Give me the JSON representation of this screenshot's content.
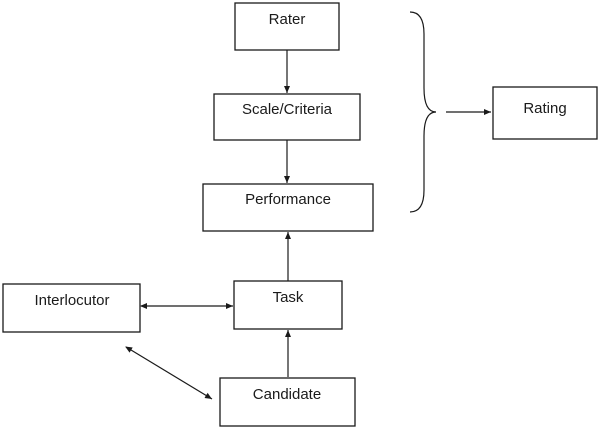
{
  "diagram": {
    "nodes": {
      "rater": "Rater",
      "scale": "Scale/Criteria",
      "performance": "Performance",
      "rating": "Rating",
      "task": "Task",
      "interlocutor": "Interlocutor",
      "candidate": "Candidate"
    },
    "edges": [
      {
        "from": "rater",
        "to": "scale",
        "direction": "forward"
      },
      {
        "from": "scale",
        "to": "performance",
        "direction": "forward"
      },
      {
        "from": "task",
        "to": "performance",
        "direction": "forward"
      },
      {
        "from": "candidate",
        "to": "task",
        "direction": "forward"
      },
      {
        "from": "interlocutor",
        "to": "task",
        "direction": "both"
      },
      {
        "from": "interlocutor",
        "to": "candidate",
        "direction": "both"
      },
      {
        "from": "brace",
        "to": "rating",
        "direction": "forward"
      }
    ],
    "brace": {
      "groups": [
        "rater",
        "scale",
        "performance"
      ],
      "points_to": "rating"
    }
  }
}
